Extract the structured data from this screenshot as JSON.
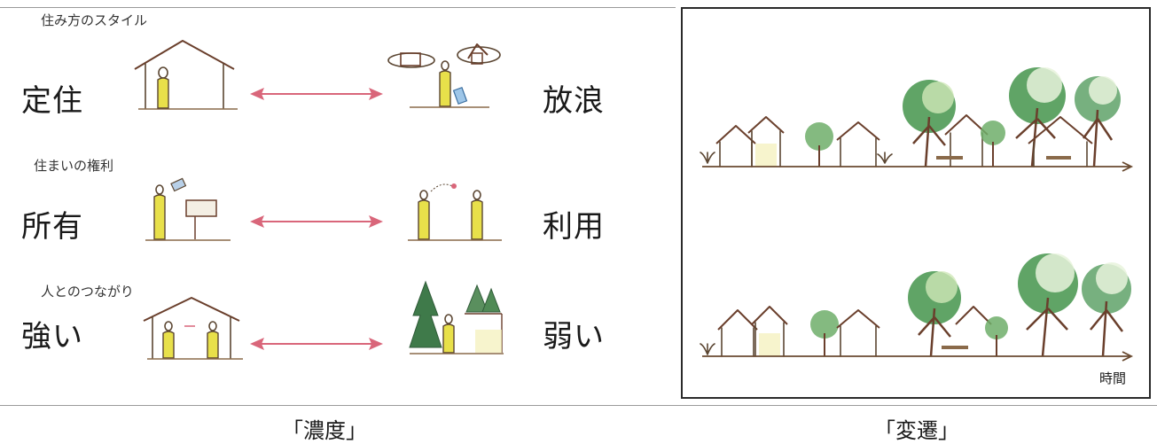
{
  "left_panel": {
    "rows": [
      {
        "category": "住み方のスタイル",
        "left_term": "定住",
        "right_term": "放浪"
      },
      {
        "category": "住まいの権利",
        "left_term": "所有",
        "right_term": "利用"
      },
      {
        "category": "人とのつながり",
        "left_term": "強い",
        "right_term": "弱い"
      }
    ],
    "caption": "「濃度」"
  },
  "right_panel": {
    "axis_label": "時間",
    "caption": "「変遷」"
  },
  "colors": {
    "arrow": "#d9667a",
    "figure_fill": "#e8e04a",
    "house_roof": "#6a3f2c",
    "tree_green": "#4f9a55",
    "tree_light": "#cfe7b8"
  }
}
